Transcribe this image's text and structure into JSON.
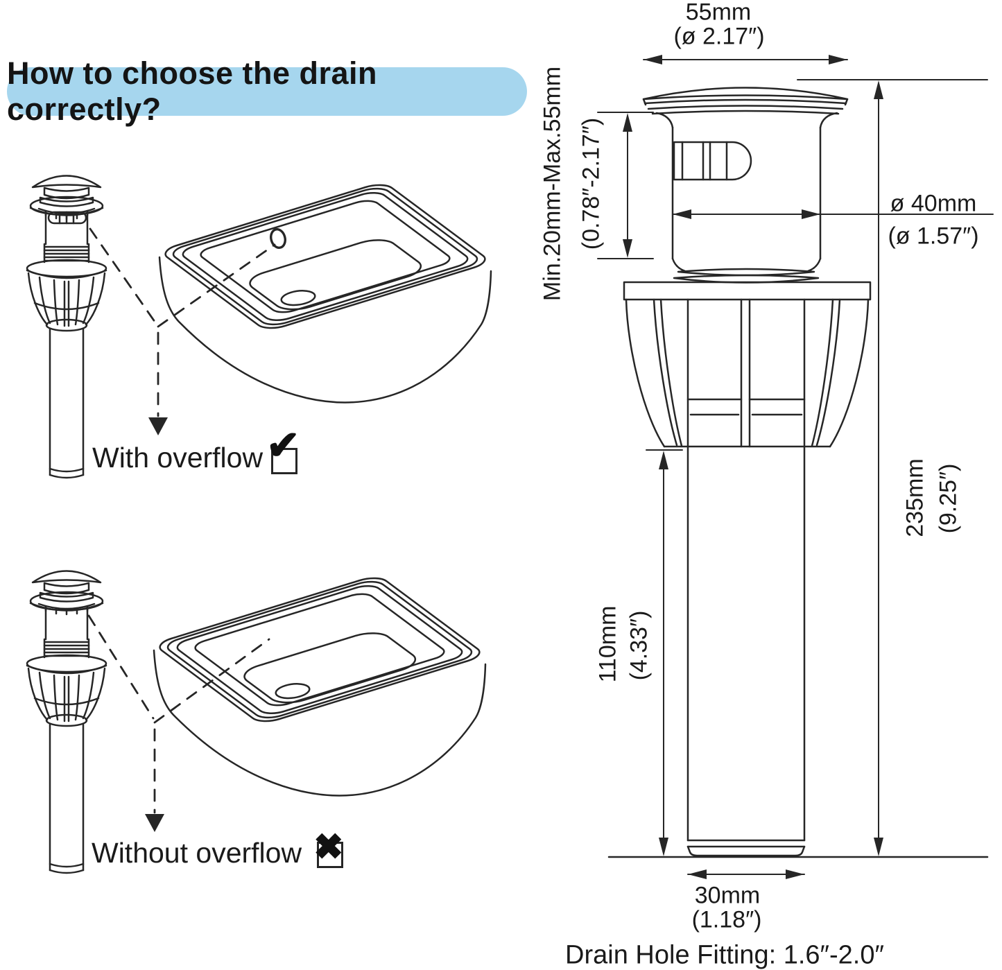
{
  "title": "How to choose the drain correctly?",
  "options": {
    "with_overflow": {
      "label": "With overflow",
      "icon": "✔"
    },
    "without_overflow": {
      "label": "Without overflow",
      "icon": "✖"
    }
  },
  "dimensions": {
    "cap_diameter": {
      "mm": "55mm",
      "inch": "(ø 2.17″)"
    },
    "clamp_range": {
      "mm": "Min.20mm-Max.55mm",
      "inch": "(0.78″-2.17″)"
    },
    "body_diameter": {
      "mm": "ø 40mm",
      "inch": "(ø 1.57″)"
    },
    "total_height": {
      "mm": "235mm",
      "inch": "(9.25″)"
    },
    "tailpipe_length": {
      "mm": "110mm",
      "inch": "(4.33″)"
    },
    "bottom_diameter": {
      "mm": "30mm",
      "inch": "(1.18″)"
    }
  },
  "footnote": "Drain Hole Fitting: 1.6″-2.0″",
  "colors": {
    "title_bg": "#a6d6ee",
    "line": "#262626",
    "text": "#1a1a1a"
  }
}
